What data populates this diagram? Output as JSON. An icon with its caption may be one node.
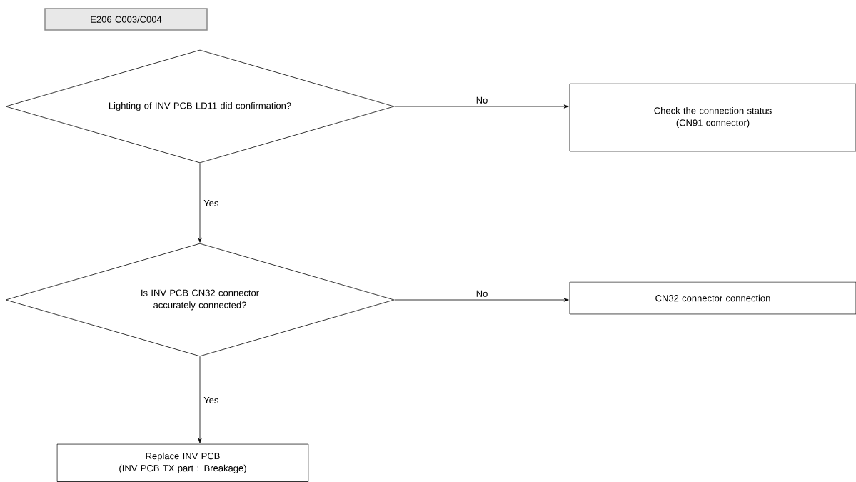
{
  "diagram": {
    "nodes": [
      {
        "text": [
          "E206 C003/C004"
        ]
      },
      {
        "text": [
          "Lighting of INV PCB LD11 did confirmation?"
        ]
      },
      {
        "text": [
          "Check the connection status",
          "(CN91 connector)"
        ]
      },
      {
        "text": [
          "Is INV PCB CN32 connector accurately connected?"
        ]
      },
      {
        "text": [
          "CN32 connector connection"
        ]
      },
      {
        "text": [
          "Replace INV PCB",
          "(INV PCB TX part : Breakage)"
        ]
      }
    ],
    "edges": [
      {
        "from": 1,
        "to": 2,
        "arrow": "to",
        "label": "No"
      },
      {
        "from": 1,
        "to": 3,
        "arrow": "to",
        "label": "Yes"
      },
      {
        "from": 3,
        "to": 4,
        "arrow": "to",
        "label": "No"
      },
      {
        "from": 3,
        "to": 5,
        "arrow": "to",
        "label": "Yes"
      }
    ]
  }
}
